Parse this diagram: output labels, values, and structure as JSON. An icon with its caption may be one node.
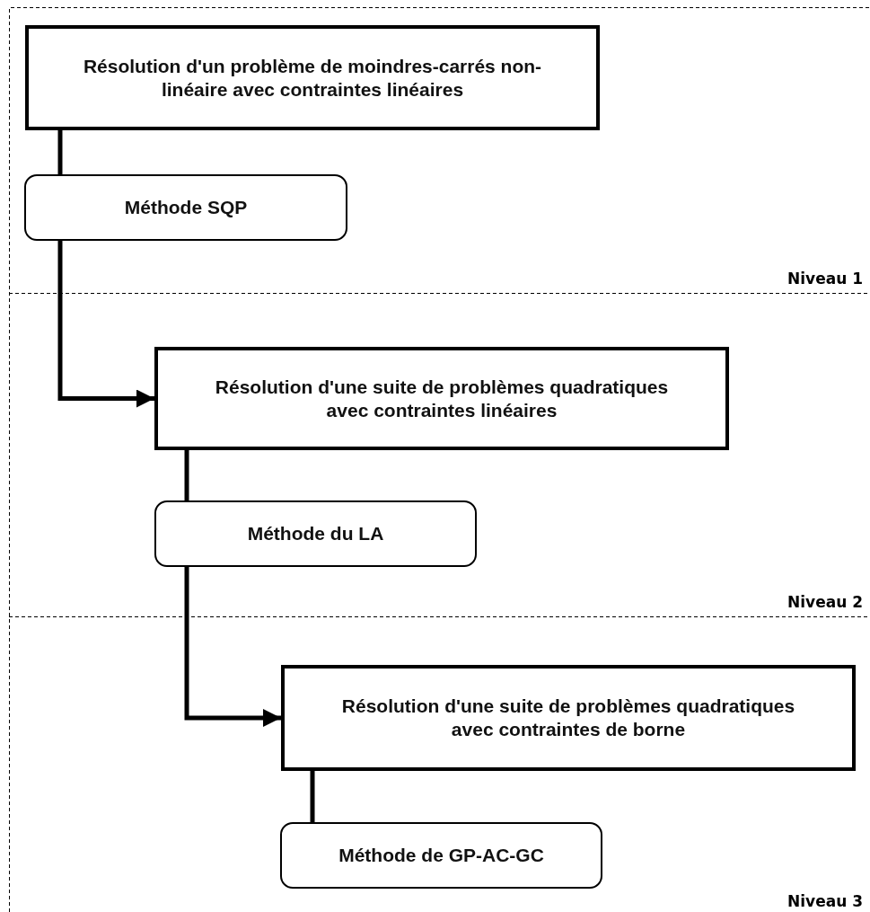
{
  "diagram": {
    "nodes": [
      {
        "text": [
          "Résolution d'un problème de moindres-carrés non-linéaire avec contraintes linéaires"
        ]
      },
      {
        "text": [
          "Méthode SQP"
        ]
      },
      {
        "text": [
          "Résolution d'une suite de problèmes quadratiques avec contraintes linéaires"
        ]
      },
      {
        "text": [
          "Méthode du LA"
        ]
      },
      {
        "text": [
          "Résolution d'une suite de problèmes quadratiques avec contraintes de borne"
        ]
      },
      {
        "text": [
          "Méthode de GP-AC-GC"
        ]
      }
    ],
    "edges": [
      {
        "from": 0,
        "to": 1,
        "arrow": "none"
      },
      {
        "from": 1,
        "to": 2,
        "arrow": "to"
      },
      {
        "from": 2,
        "to": 3,
        "arrow": "none"
      },
      {
        "from": 3,
        "to": 4,
        "arrow": "to"
      },
      {
        "from": 4,
        "to": 5,
        "arrow": "none"
      }
    ],
    "labels": [
      "Niveau 1",
      "Niveau 2",
      "Niveau 3"
    ]
  }
}
